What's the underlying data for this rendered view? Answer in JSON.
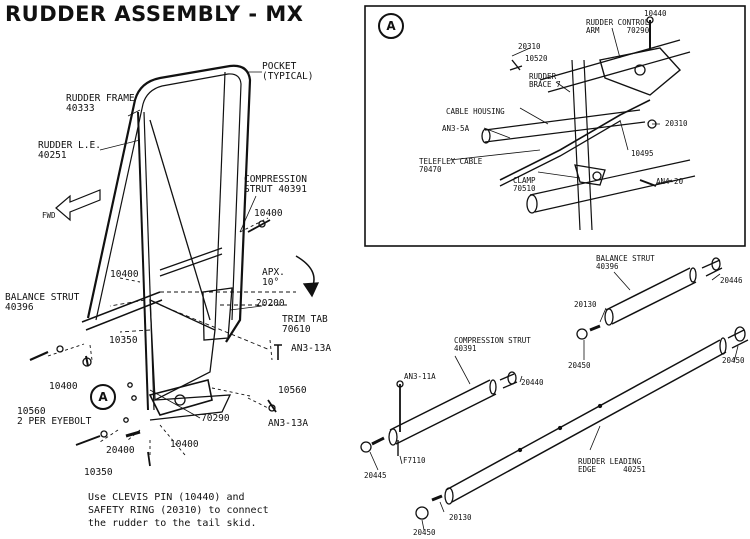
{
  "title": "RUDDER ASSEMBLY - MX",
  "callout_letter": "A",
  "note_lines": [
    "Use CLEVIS PIN (10440) and",
    "SAFETY RING (20310) to connect",
    "the rudder to the tail skid."
  ],
  "labels": {
    "pocket": "POCKET\n(TYPICAL)",
    "rudder_frame": "RUDDER FRAME\n40333",
    "rudder_le": "RUDDER L.E.\n40251",
    "fwd": "FWD",
    "compression_strut": "COMPRESSION\nSTRUT 40391",
    "p10400_a": "10400",
    "p10400_b": "10400",
    "apx": "APX.\n10°",
    "p20200": "20200",
    "trim_tab": "TRIM TAB\n70610",
    "balance_strut": "BALANCE STRUT\n40396",
    "p10350_a": "10350",
    "an3_13a_a": "AN3-13A",
    "p10400_c": "10400",
    "p10560_a": "10560",
    "p10560_b": "10560\n2 PER EYEBOLT",
    "p70290": "70290",
    "an3_13a_b": "AN3-13A",
    "p20400": "20400",
    "p10400_d": "10400",
    "p10350_b": "10350",
    "d_10440": "10440",
    "d_rudder_control_arm": "RUDDER CONTROL\nARM      70290",
    "d_20310_a": "20310",
    "d_10520": "10520",
    "d_rudder_brace": "RUDDER\nBRACE 7",
    "d_cable_housing": "CABLE HOUSING",
    "d_an3_5a": "AN3-5A",
    "d_20310_b": "20310",
    "d_10495": "10495",
    "d_teleflex": "TELEFLEX CABLE\n70470",
    "d_clamp": "CLAMP\n70510",
    "d_an4_20": "AN4-20",
    "e_balance_strut": "BALANCE STRUT\n40396",
    "e_20446": "20446",
    "e_20130_a": "20130",
    "e_20450_a": "20450",
    "e_20450_b": "20450",
    "e_compression_strut": "COMPRESSION STRUT\n40391",
    "e_an3_11a": "AN3-11A",
    "e_20440": "20440",
    "e_20445": "20445",
    "e_f7110": "F7110",
    "e_rudder_le": "RUDDER LEADING\nEDGE      40251",
    "e_20130_b": "20130",
    "e_20450_c": "20450"
  }
}
